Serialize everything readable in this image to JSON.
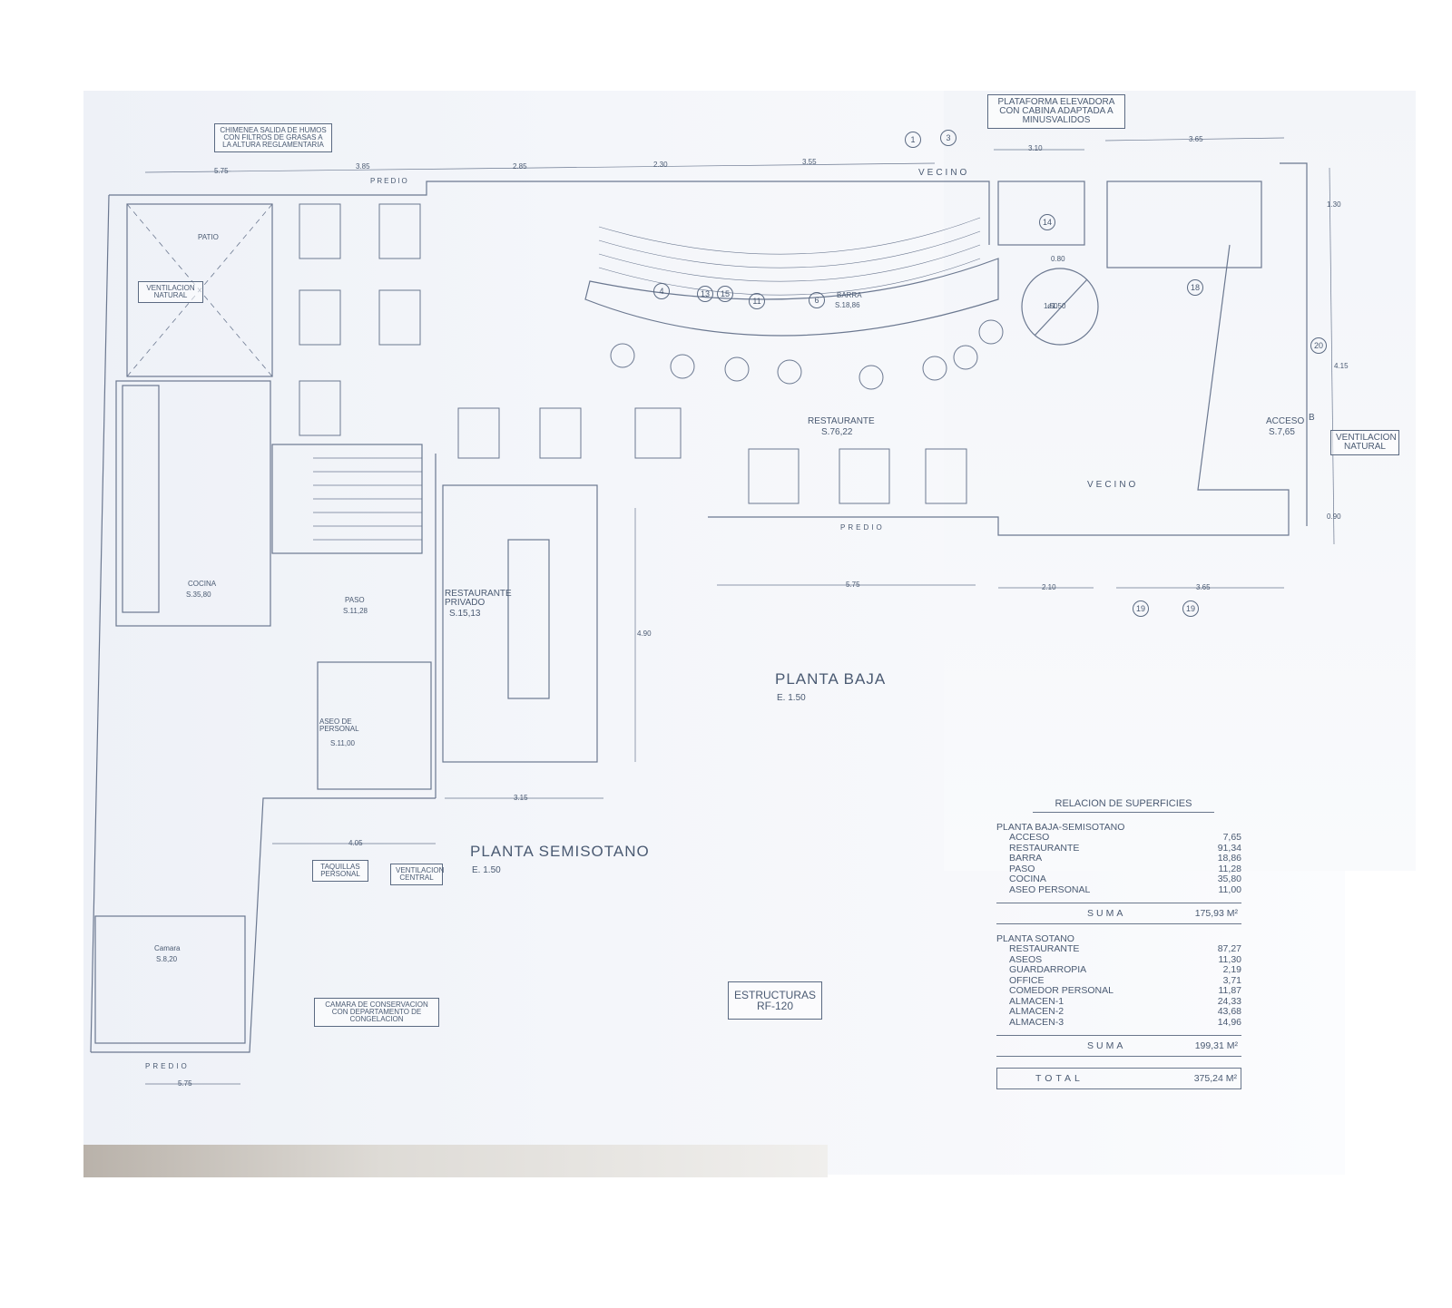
{
  "labels": {
    "chimenea": "CHIMENEA SALIDA DE HUMOS CON FILTROS DE GRASAS A LA ALTURA REGLAMENTARIA",
    "plataforma": "PLATAFORMA ELEVADORA CON CABINA ADAPTADA A MINUSVALIDOS",
    "predio": "PREDIO",
    "vecino": "VECINO",
    "patio": "PATIO",
    "ventilacion_natural": "VENTILACION NATURAL",
    "cocina": "COCINA",
    "cocina_area": "S.35,80",
    "paso": "PASO",
    "paso_area": "S.11,28",
    "restaurante_privado": "RESTAURANTE PRIVADO",
    "restaurante_privado_area": "S.15,13",
    "aseo_personal": "ASEO DE PERSONAL",
    "aseo_area": "S.11,00",
    "restaurante": "RESTAURANTE",
    "restaurante_area": "S.76,22",
    "barra": "BARRA",
    "barra_area": "S.18,86",
    "acceso": "ACCESO",
    "acceso_area": "S.7,65",
    "ventilacion_natural_right": "VENTILACION NATURAL",
    "camara": "Camara",
    "camara_area": "S.8,20",
    "camara_conservacion": "CAMARA DE CONSERVACION CON DEPARTAMENTO DE CONGELACION",
    "taquillas": "TAQUILLAS PERSONAL",
    "ventilacion_central": "VENTILACION CENTRAL",
    "planta_baja": "PLANTA BAJA",
    "planta_baja_scale": "E. 1.50",
    "planta_semisotano": "PLANTA SEMISOTANO",
    "planta_semisotano_scale": "E. 1.50",
    "estructuras": "ESTRUCTURAS",
    "estructuras_rf": "RF-120",
    "dims": {
      "d1": "5.75",
      "d2": "3.85",
      "d3": "2.85",
      "d4": "2.30",
      "d5": "3.55",
      "d6": "3.10",
      "d7": "3.65",
      "d8": "5.75",
      "d9": "2.10",
      "d10": "3.65",
      "d11": "4.90",
      "d12": "3.15",
      "d13": "4.05",
      "d14": "4.15",
      "d15": "1.30",
      "d16": "0.90",
      "d17": "0.80",
      "d18": "1.50",
      "d19": "5.75"
    },
    "markers": {
      "m1": "1",
      "m3": "3",
      "m14": "14",
      "m18": "18",
      "m20": "20",
      "m19a": "19",
      "m19b": "19",
      "m4": "4",
      "m13": "13",
      "m15": "15",
      "m11": "11",
      "m6": "6",
      "b": "B",
      "diam": "ø1.50"
    }
  },
  "superficies": {
    "title": "RELACION DE SUPERFICIES",
    "sections": [
      {
        "name": "PLANTA BAJA-SEMISOTANO",
        "rows": [
          {
            "label": "ACCESO",
            "value": "7,65"
          },
          {
            "label": "RESTAURANTE",
            "value": "91,34"
          },
          {
            "label": "BARRA",
            "value": "18,86"
          },
          {
            "label": "PASO",
            "value": "11,28"
          },
          {
            "label": "COCINA",
            "value": "35,80"
          },
          {
            "label": "ASEO PERSONAL",
            "value": "11,00"
          }
        ],
        "sum_label": "SUMA",
        "sum_value": "175,93 M²"
      },
      {
        "name": "PLANTA SOTANO",
        "rows": [
          {
            "label": "RESTAURANTE",
            "value": "87,27"
          },
          {
            "label": "ASEOS",
            "value": "11,30"
          },
          {
            "label": "GUARDARROPIA",
            "value": "2,19"
          },
          {
            "label": "OFFICE",
            "value": "3,71"
          },
          {
            "label": "COMEDOR PERSONAL",
            "value": "11,87"
          },
          {
            "label": "ALMACEN-1",
            "value": "24,33"
          },
          {
            "label": "ALMACEN-2",
            "value": "43,68"
          },
          {
            "label": "ALMACEN-3",
            "value": "14,96"
          }
        ],
        "sum_label": "SUMA",
        "sum_value": "199,31 M²"
      }
    ],
    "total_label": "TOTAL",
    "total_value": "375,24 M²"
  }
}
